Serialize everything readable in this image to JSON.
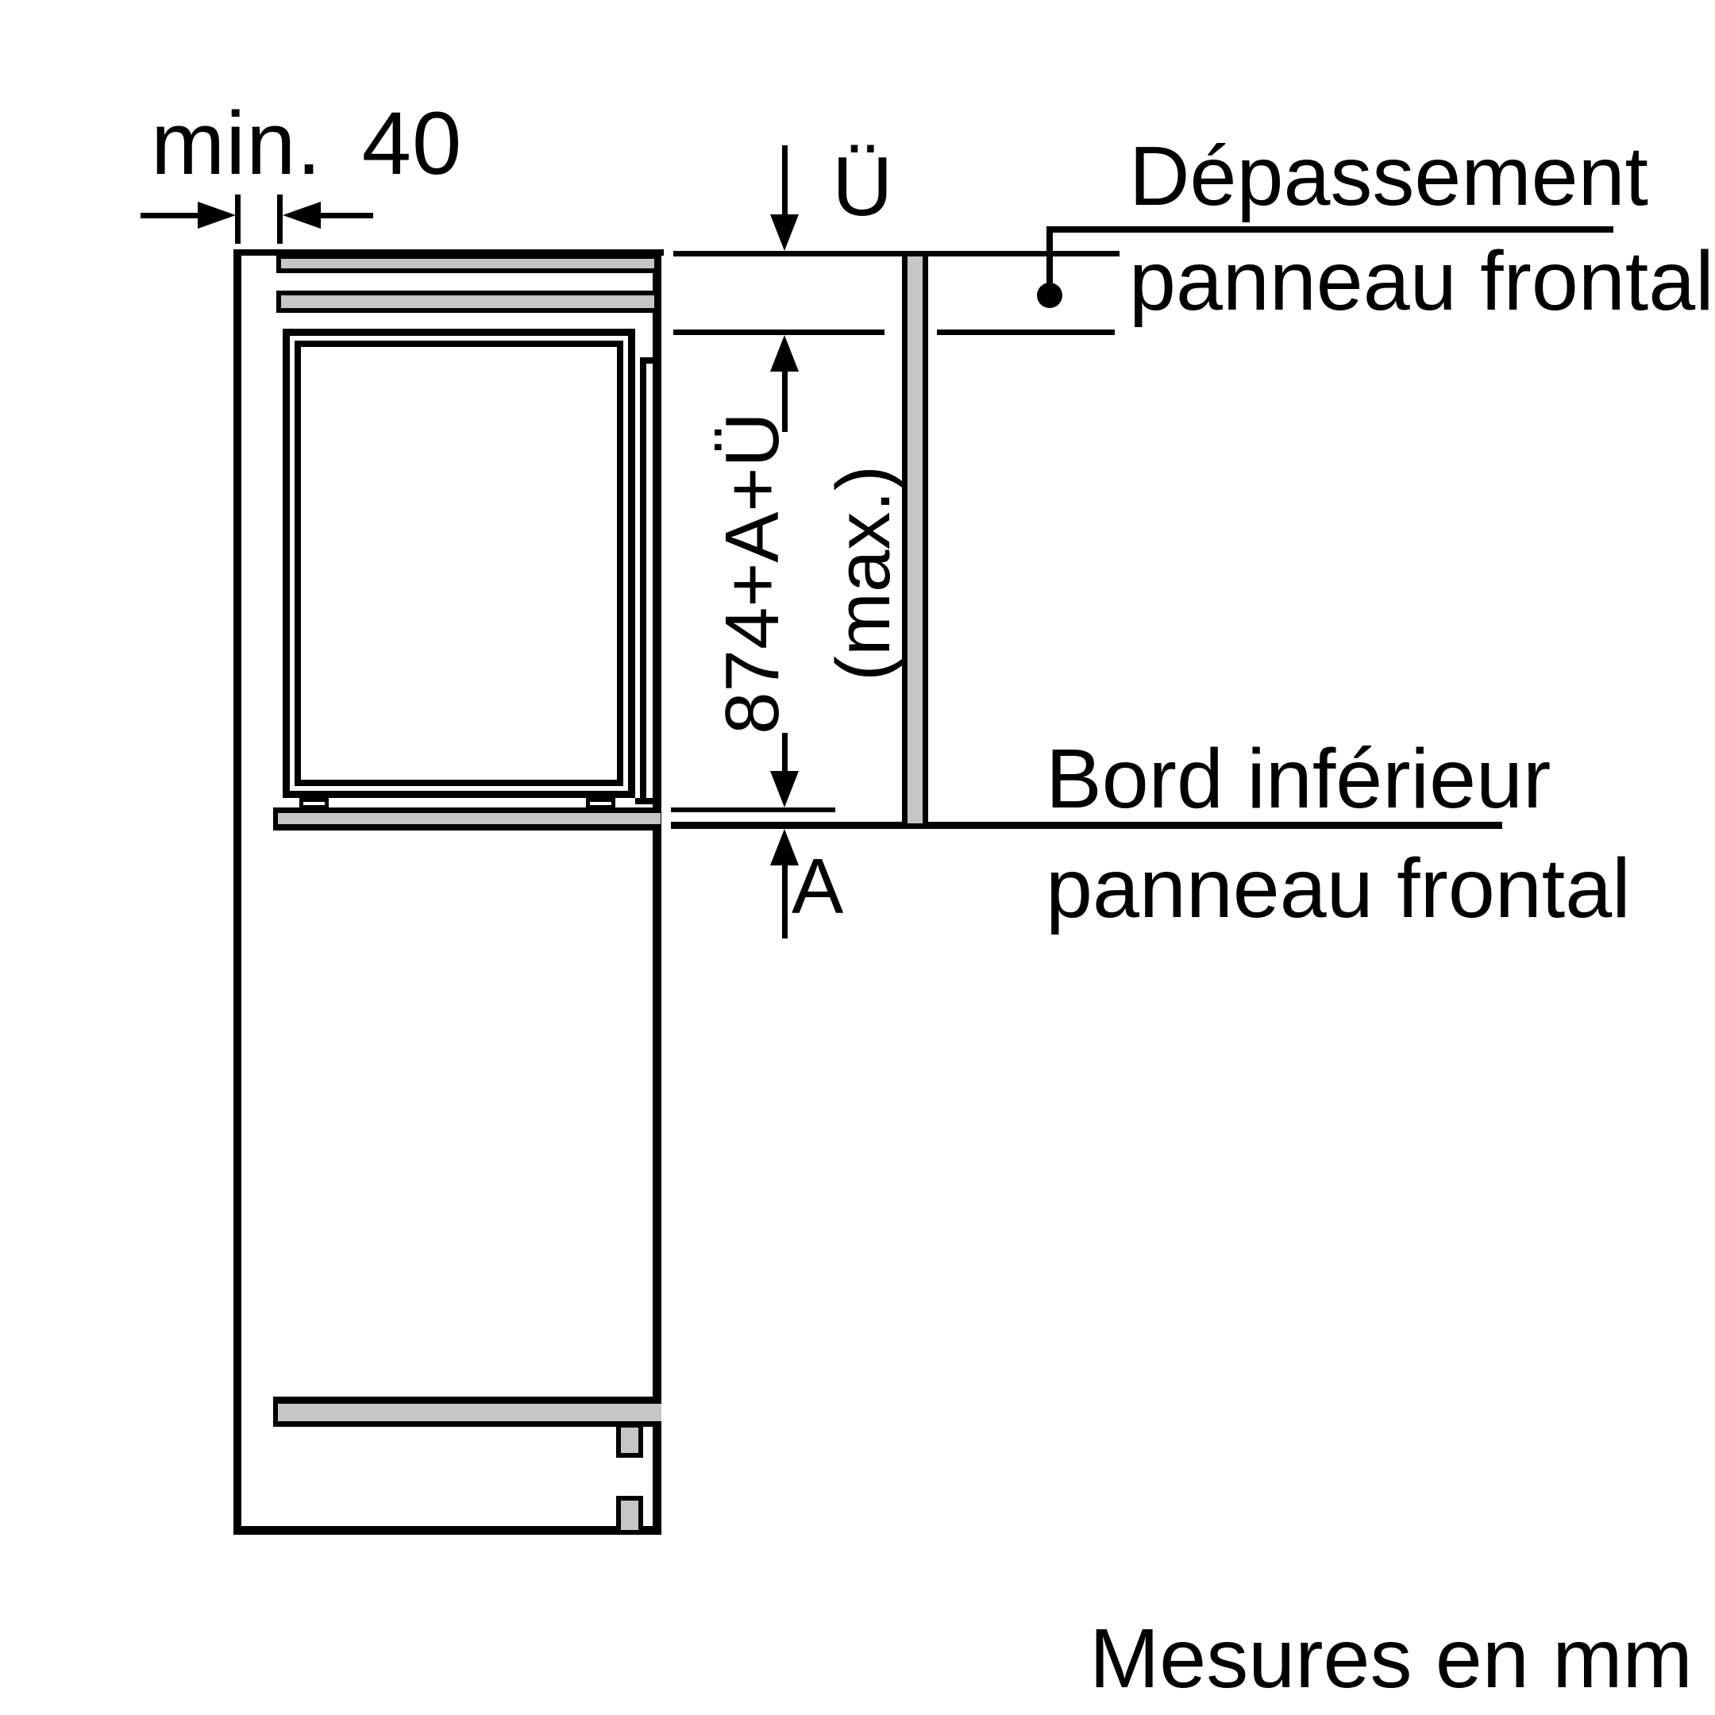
{
  "page": {
    "background": "#ffffff",
    "line_color": "#000000",
    "panel_fill": "#c6c6c6"
  },
  "labels": {
    "min_gap": "min. 40",
    "overhang": "Ü",
    "height_dim_line1": "874+A+Ü",
    "height_dim_line2": "(max.)",
    "lower_gap": "A",
    "top_callout_line1": "Dépassement",
    "top_callout_line2": "panneau frontal",
    "bottom_callout_line1": "Bord inférieur",
    "bottom_callout_line2": "panneau frontal",
    "units_note": "Mesures en mm"
  }
}
